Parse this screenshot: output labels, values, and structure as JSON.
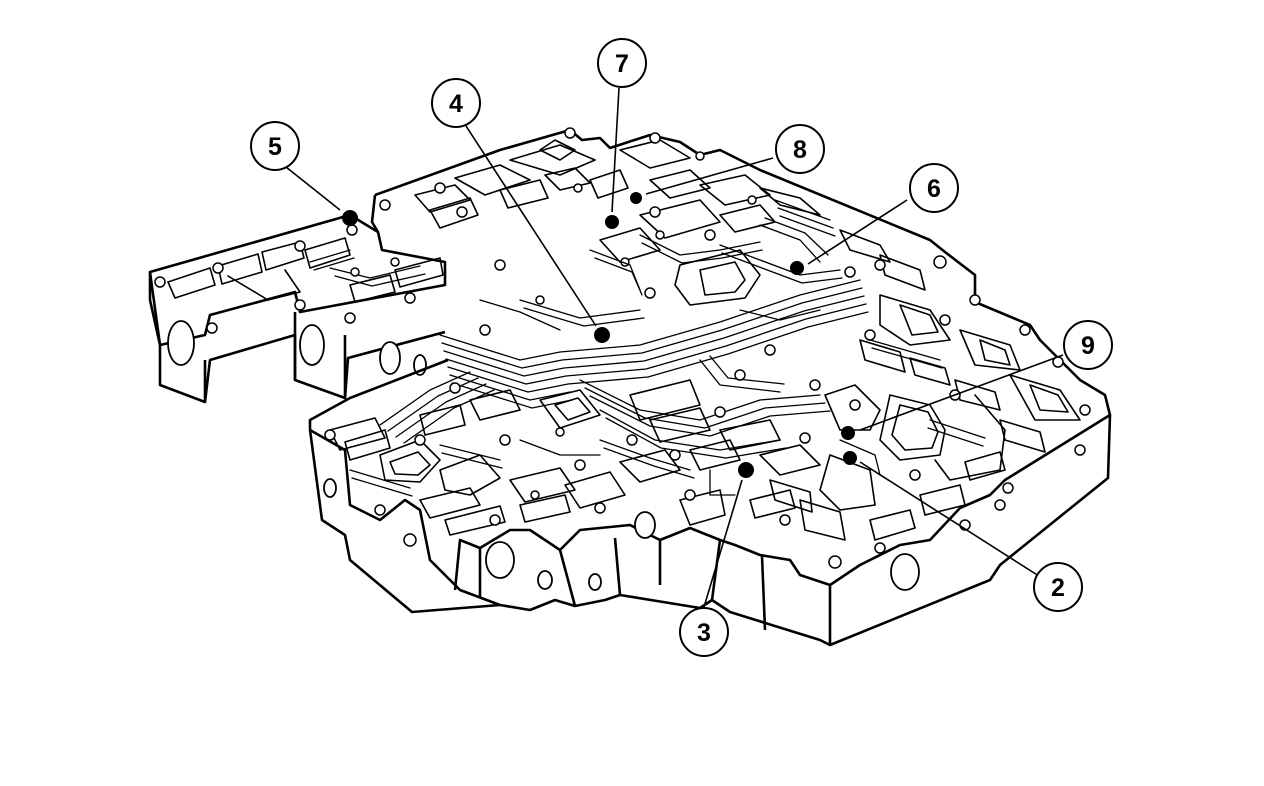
{
  "figure": {
    "colors": {
      "ink": "#000000",
      "paper": "#ffffff"
    },
    "callouts": [
      {
        "id": "callout-5",
        "label": "5"
      },
      {
        "id": "callout-4",
        "label": "4"
      },
      {
        "id": "callout-7",
        "label": "7"
      },
      {
        "id": "callout-8",
        "label": "8"
      },
      {
        "id": "callout-6",
        "label": "6"
      },
      {
        "id": "callout-9",
        "label": "9"
      },
      {
        "id": "callout-2",
        "label": "2"
      },
      {
        "id": "callout-3",
        "label": "3"
      }
    ]
  }
}
